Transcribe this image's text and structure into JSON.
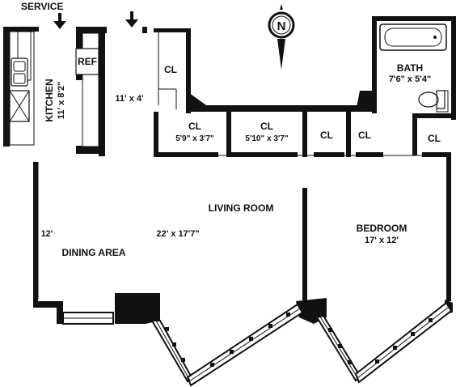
{
  "labels": {
    "service": "SERVICE",
    "compass": "N",
    "kitchen_name": "KITCHEN",
    "kitchen_dim": "11' x 8'2\"",
    "ref": "REF",
    "foyer_dim": "11' x 4'",
    "closet": "CL",
    "closet_a_dim": "5'9\" x 3'7\"",
    "closet_b_dim": "5'10\" x 3'7\"",
    "bath_name": "BATH",
    "bath_dim": "7'6\" x 5'4\"",
    "living_name": "LIVING ROOM",
    "living_dim": "22' x 17'7\"",
    "dining_name": "DINING AREA",
    "dining_dim": "12'",
    "bedroom_name": "BEDROOM",
    "bedroom_dim": "17' x 12'"
  },
  "colors": {
    "wall": "#111111",
    "background": "#ffffff",
    "window_mullion": "#111111"
  },
  "icons": [
    "entry-arrow-icon",
    "north-compass-icon",
    "stove-icon",
    "sink-icon",
    "bathtub-icon",
    "toilet-icon",
    "sink-basin-icon"
  ]
}
